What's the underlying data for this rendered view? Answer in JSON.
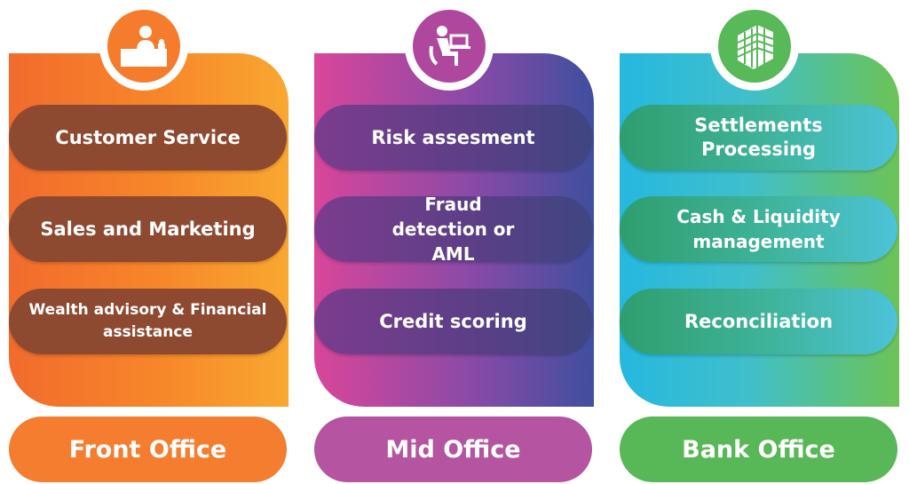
{
  "columns": [
    {
      "title": "Front Office",
      "icon": "receptionist-desk-icon",
      "items": [
        "Customer Service",
        "Sales and Marketing",
        "Wealth advisory & Financial assistance"
      ]
    },
    {
      "title": "Mid Office",
      "icon": "person-at-computer-icon",
      "items": [
        "Risk assesment",
        "Fraud detection or AML",
        "Credit scoring"
      ]
    },
    {
      "title": "Bank Office",
      "icon": "office-building-icon",
      "items": [
        "Settlements Processing",
        "Cash & Liquidity management",
        "Reconciliation"
      ]
    }
  ],
  "colors": {
    "front": "#f47d2f",
    "mid": "#b554a0",
    "bank": "#58b757"
  }
}
